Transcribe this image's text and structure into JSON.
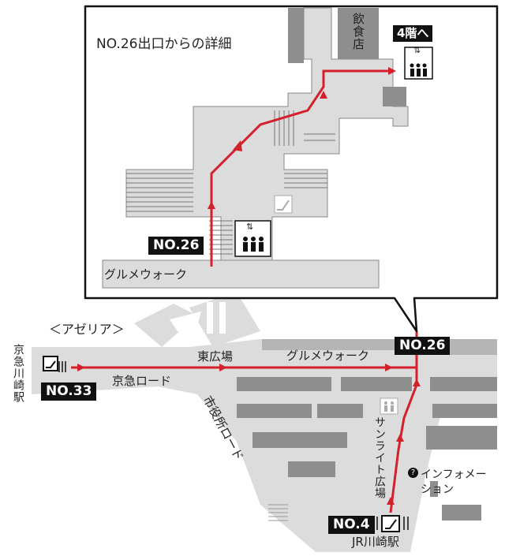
{
  "detail": {
    "title": "NO.26出口からの詳細",
    "restaurant": "飲食店",
    "floor_badge": "4階へ",
    "exit_label": "NO.26",
    "gourmet_walk": "グルメウォーク",
    "elevator_arrows": "⇅"
  },
  "map": {
    "azalea": "＜アゼリア＞",
    "keikyu_station": "京急川崎駅",
    "exit33": "NO.33",
    "keikyu_road": "京急ロード",
    "east_plaza": "東広場",
    "gourmet_walk": "グルメウォーク",
    "exit26": "NO.26",
    "city_hall_road": "市役所ロード",
    "sunlight_plaza": "サンライト広場",
    "info_center": "インフォメーション",
    "info_icon": "?",
    "exit4": "NO.4",
    "jr_station": "JR川崎駅"
  },
  "colors": {
    "route": "#d3202b",
    "corridor": "#d9d9d9",
    "building": "#8c8c8c",
    "badge": "#111111"
  }
}
